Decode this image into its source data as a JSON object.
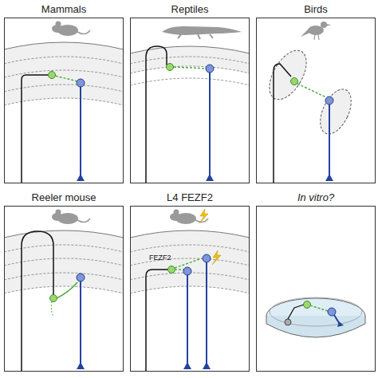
{
  "diagram": {
    "nodes": [
      {
        "text": [
          "Mammals"
        ]
      },
      {
        "text": [
          "Reptiles"
        ]
      },
      {
        "text": [
          "Birds"
        ]
      },
      {
        "text": [
          "Reeler mouse"
        ]
      },
      {
        "text": [
          "L4 FEZF2"
        ]
      },
      {
        "text": [
          "In vitro?"
        ]
      }
    ],
    "labels": [
      "FEZF2"
    ]
  }
}
